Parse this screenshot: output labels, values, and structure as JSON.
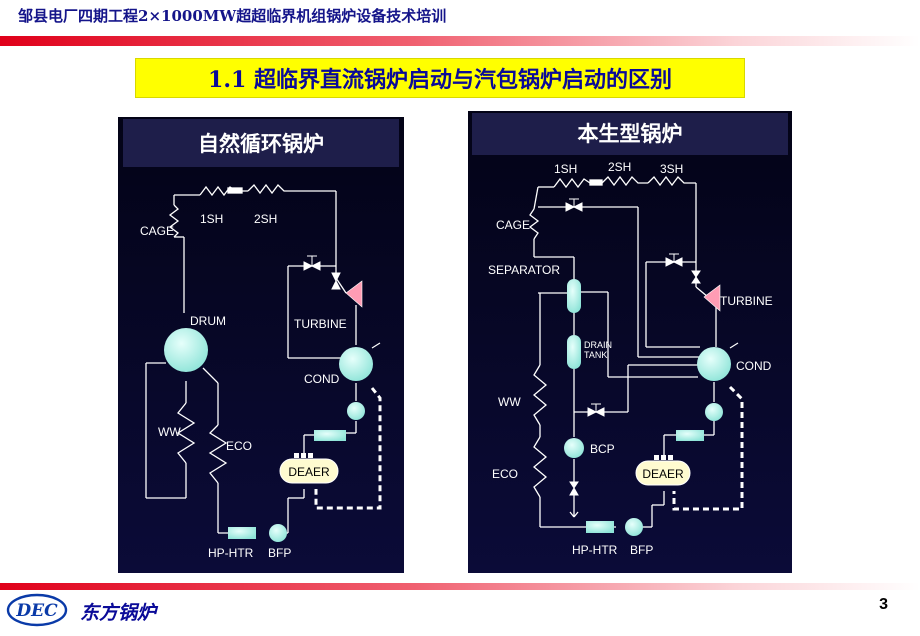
{
  "header": {
    "title": "邹县电厂四期工程2×1000MW超超临界机组锅炉设备技术培训"
  },
  "slide": {
    "title": "1.1  超临界直流锅炉启动与汽包锅炉启动的区别"
  },
  "left_panel": {
    "title": "自然循环锅炉",
    "labels": {
      "cage": "CAGE",
      "sh1": "1SH",
      "sh2": "2SH",
      "drum": "DRUM",
      "turbine": "TURBINE",
      "cond": "COND",
      "ww": "WW",
      "eco": "ECO",
      "deaer": "DEAER",
      "hp_htr": "HP-HTR",
      "bfp": "BFP"
    }
  },
  "right_panel": {
    "title": "本生型锅炉",
    "labels": {
      "sh1": "1SH",
      "sh2": "2SH",
      "sh3": "3SH",
      "cage": "CAGE",
      "separator": "SEPARATOR",
      "turbine": "TURBINE",
      "drain1": "DRAIN",
      "drain2": "TANK",
      "cond": "COND",
      "ww": "WW",
      "bcp": "BCP",
      "eco": "ECO",
      "deaer": "DEAER",
      "hp_htr": "HP-HTR",
      "bfp": "BFP"
    }
  },
  "footer": {
    "logo_text": "DEC",
    "company": "东方锅炉",
    "page_number": "3"
  },
  "colors": {
    "header_text": "#14148a",
    "accent_red": "#e0001a",
    "title_bg": "#ffff00",
    "panel_bg": "#08082e",
    "equipment": "#a8f0e6",
    "turbine": "#ff9cb4"
  }
}
